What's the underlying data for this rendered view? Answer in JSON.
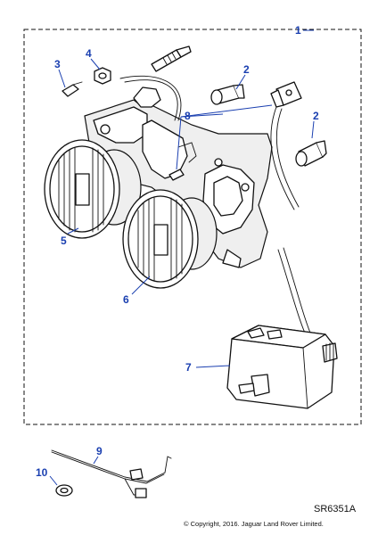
{
  "diagram": {
    "reference": "SR6351A",
    "copyright": "© Copyright, 2016. Jaguar Land Rover Limited.",
    "callouts": {
      "c1": "1",
      "c2a": "2",
      "c2b": "2",
      "c3": "3",
      "c4": "4",
      "c5": "5",
      "c6": "6",
      "c7": "7",
      "c8": "8",
      "c9": "9",
      "c10": "10"
    },
    "colors": {
      "callout": "#1a3fb0",
      "line": "#111111"
    }
  }
}
